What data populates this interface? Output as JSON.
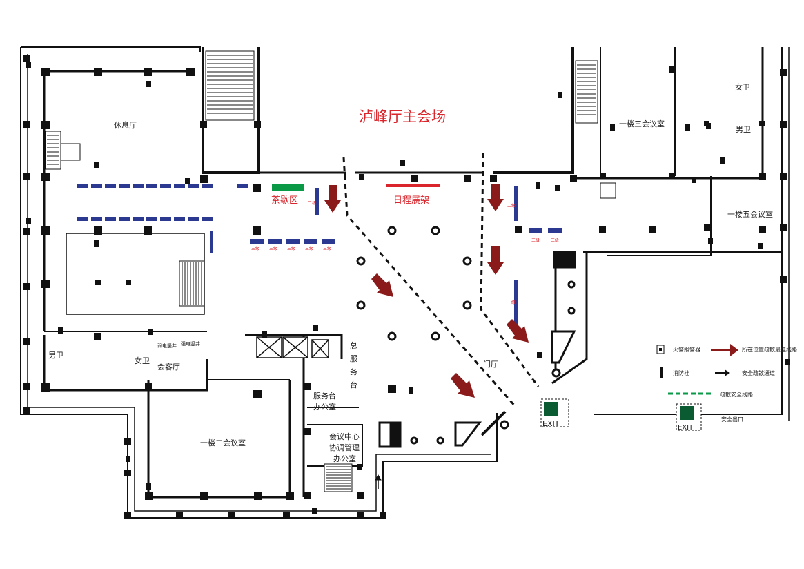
{
  "hall_title": "泸峰厅主会场",
  "rooms": {
    "lounge": "休息厅",
    "conf3": "一楼三会议室",
    "ladies_top": "女卫",
    "gents_top": "男卫",
    "conf5": "一楼五会议室",
    "gents_left": "男卫",
    "ladies_left": "女卫",
    "reception": "会客厅",
    "weak_shaft": "弱电竖井",
    "strong_shaft": "强电竖井",
    "conf2": "一楼二会议室",
    "service_office_1": "服务台",
    "service_office_2": "办公室",
    "meeting_center_1": "会议中心",
    "meeting_center_2": "协调管理",
    "meeting_center_3": "办公室",
    "lobby": "门厅"
  },
  "front_desk": [
    "总",
    "服",
    "务",
    "台"
  ],
  "zones": {
    "tea_break": "茶歇区",
    "schedule_rack": "日程展架"
  },
  "booth_labels": {
    "level2": "二级",
    "level3": "三级",
    "level1": "一级"
  },
  "legend": {
    "fire_alarm": "火警报警器",
    "best_route": "所在位置疏散最佳线路",
    "hydrant": "消防栓",
    "evac_passage": "安全疏散通道",
    "evac_line": "疏散安全线路",
    "exit": "安全出口",
    "exit_sign": "EXIT"
  },
  "colors": {
    "booth_blue": "#2b3990",
    "route_red": "#8b1a1a",
    "zone_green": "#0a9a47",
    "zone_red": "#d9252b",
    "wall": "#111111"
  }
}
